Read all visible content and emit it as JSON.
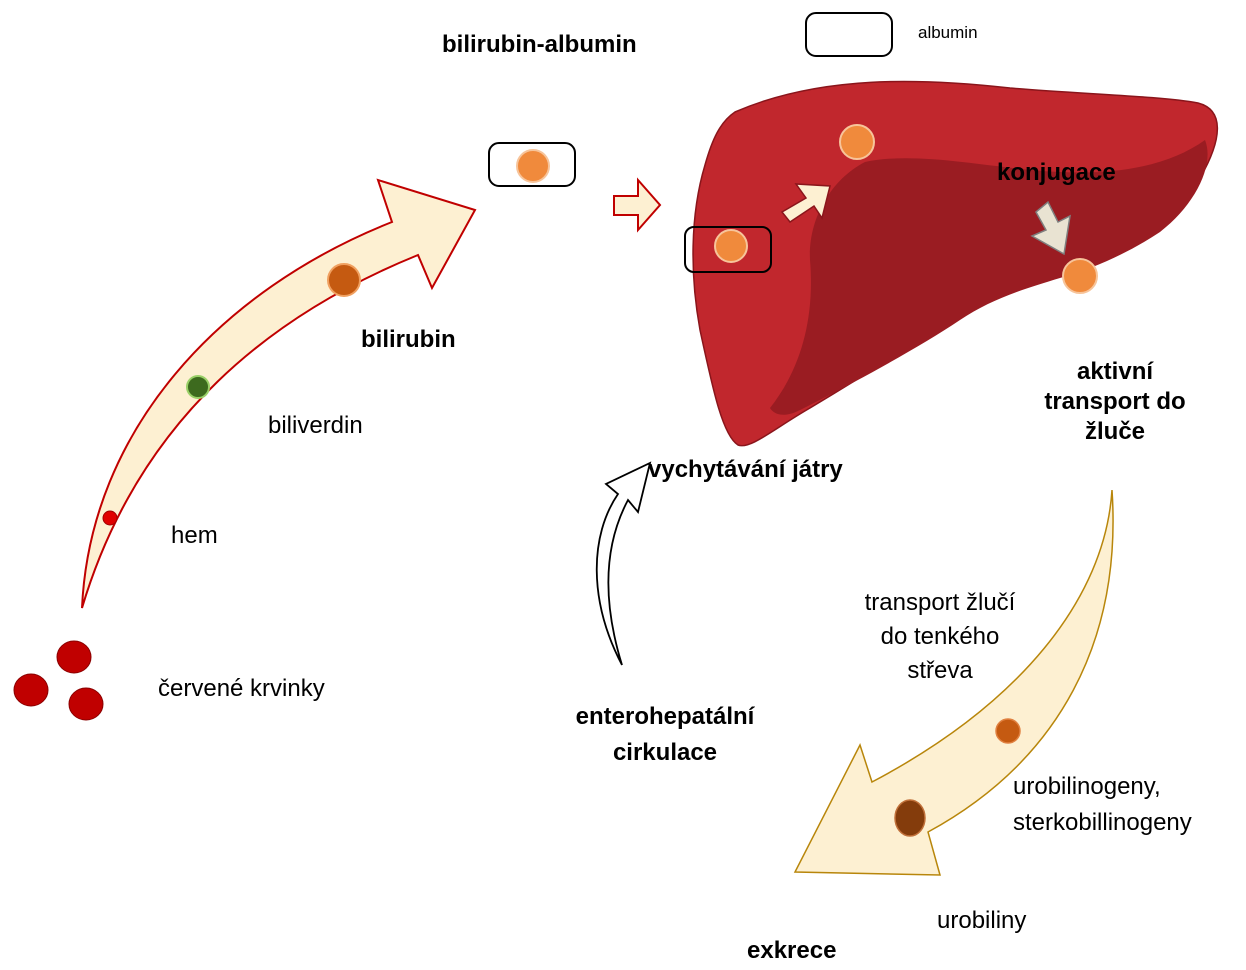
{
  "labels": {
    "bilirubin_albumin": "bilirubin-albumin",
    "albumin_legend": "albumin",
    "bilirubin": "bilirubin",
    "biliverdin": "biliverdin",
    "hem": "hem",
    "cervene_krvinky": "červené krvinky",
    "konjugace": "konjugace",
    "aktivni_transport": [
      "aktivní",
      "transport do",
      "žluče"
    ],
    "vychytavani_jatry": "vychytávání játry",
    "transport_zluci": [
      "transport žlučí",
      "do tenkého",
      "střeva"
    ],
    "enterohepatalni": [
      "enterohepatální",
      "cirkulace"
    ],
    "urobilinogeny": [
      "urobilinogeny,",
      "sterkobillinogeny"
    ],
    "urobiliny": "urobiliny",
    "exkrece": "exkrece"
  },
  "colors": {
    "red_cell": "#c00000",
    "liver_light": "#c1272d",
    "liver_dark": "#9a1c22",
    "arrow_fill": "#fdf0d2",
    "arrow_stroke_red": "#c00000",
    "heme_dot": "#e00000",
    "biliverdin_dot": "#3d6a1e",
    "bilirubin_dot": "#c55a11",
    "bilirubin_light": "#f08a3c",
    "urobilinogen_dot": "#c55a11",
    "urobilin_dot": "#843c0c"
  }
}
